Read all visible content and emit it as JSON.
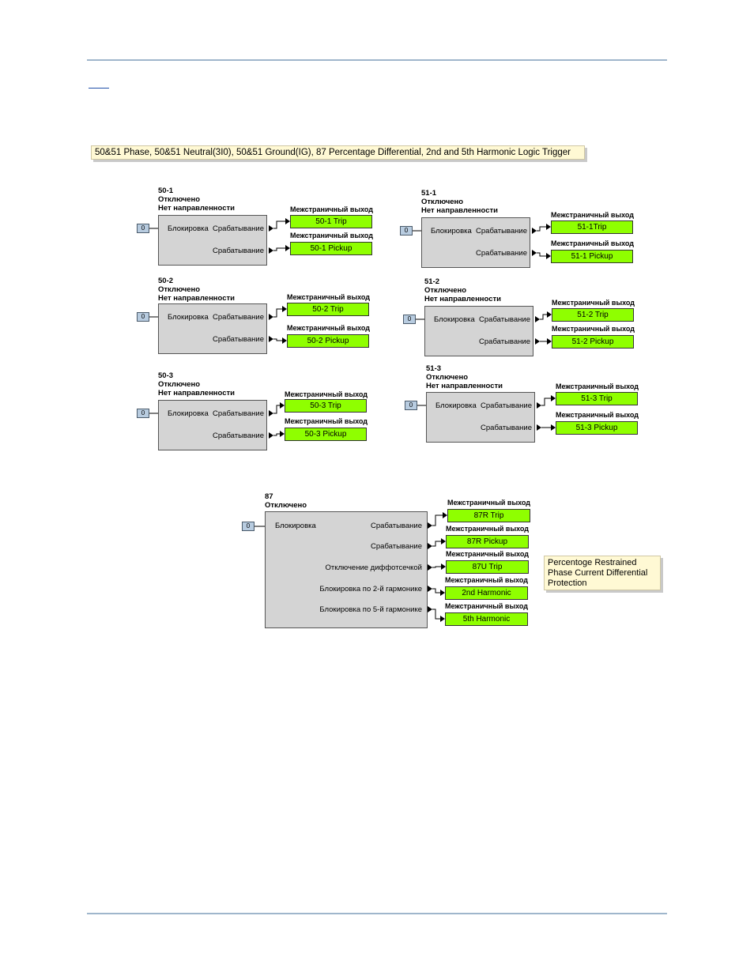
{
  "header_note": "50&51 Phase, 50&51 Neutral(3I0), 50&51 Ground(IG), 87 Percentage Differential, 2nd and 5th Harmonic Logic Trigger",
  "side_note": [
    "Percentoge Restrained",
    "Phase Current Differential",
    "Protection"
  ],
  "common": {
    "status": "Отключено",
    "direction": "Нет направленности",
    "block_label": "Блокировка",
    "trip_label": "Срабатывание",
    "pickup_label": "Срабатывание",
    "offpage": "Межстраничный выход",
    "input_value": "0"
  },
  "blocks": [
    {
      "id": "50-1",
      "trip": "50-1 Trip",
      "pickup": "50-1 Pickup"
    },
    {
      "id": "51-1",
      "trip": "51-1Trip",
      "pickup": "51-1 Pickup"
    },
    {
      "id": "50-2",
      "trip": "50-2 Trip",
      "pickup": "50-2 Pickup"
    },
    {
      "id": "51-2",
      "trip": "51-2 Trip",
      "pickup": "51-2 Pickup"
    },
    {
      "id": "50-3",
      "trip": "50-3 Trip",
      "pickup": "50-3 Pickup"
    },
    {
      "id": "51-3",
      "trip": "51-3 Trip",
      "pickup": "51-3 Pickup"
    }
  ],
  "block87": {
    "id": "87",
    "status": "Отключено",
    "block_label": "Блокировка",
    "outputs": [
      {
        "label": "Срабатывание",
        "target": "87R Trip"
      },
      {
        "label": "Срабатывание",
        "target": "87R Pickup"
      },
      {
        "label": "Отключение диффотсечкой",
        "target": "87U Trip"
      },
      {
        "label": "Блокировка по 2-й гармонике",
        "target": "2nd Harmonic"
      },
      {
        "label": "Блокировка по 5-й гармонике",
        "target": "5th Harmonic"
      }
    ]
  }
}
